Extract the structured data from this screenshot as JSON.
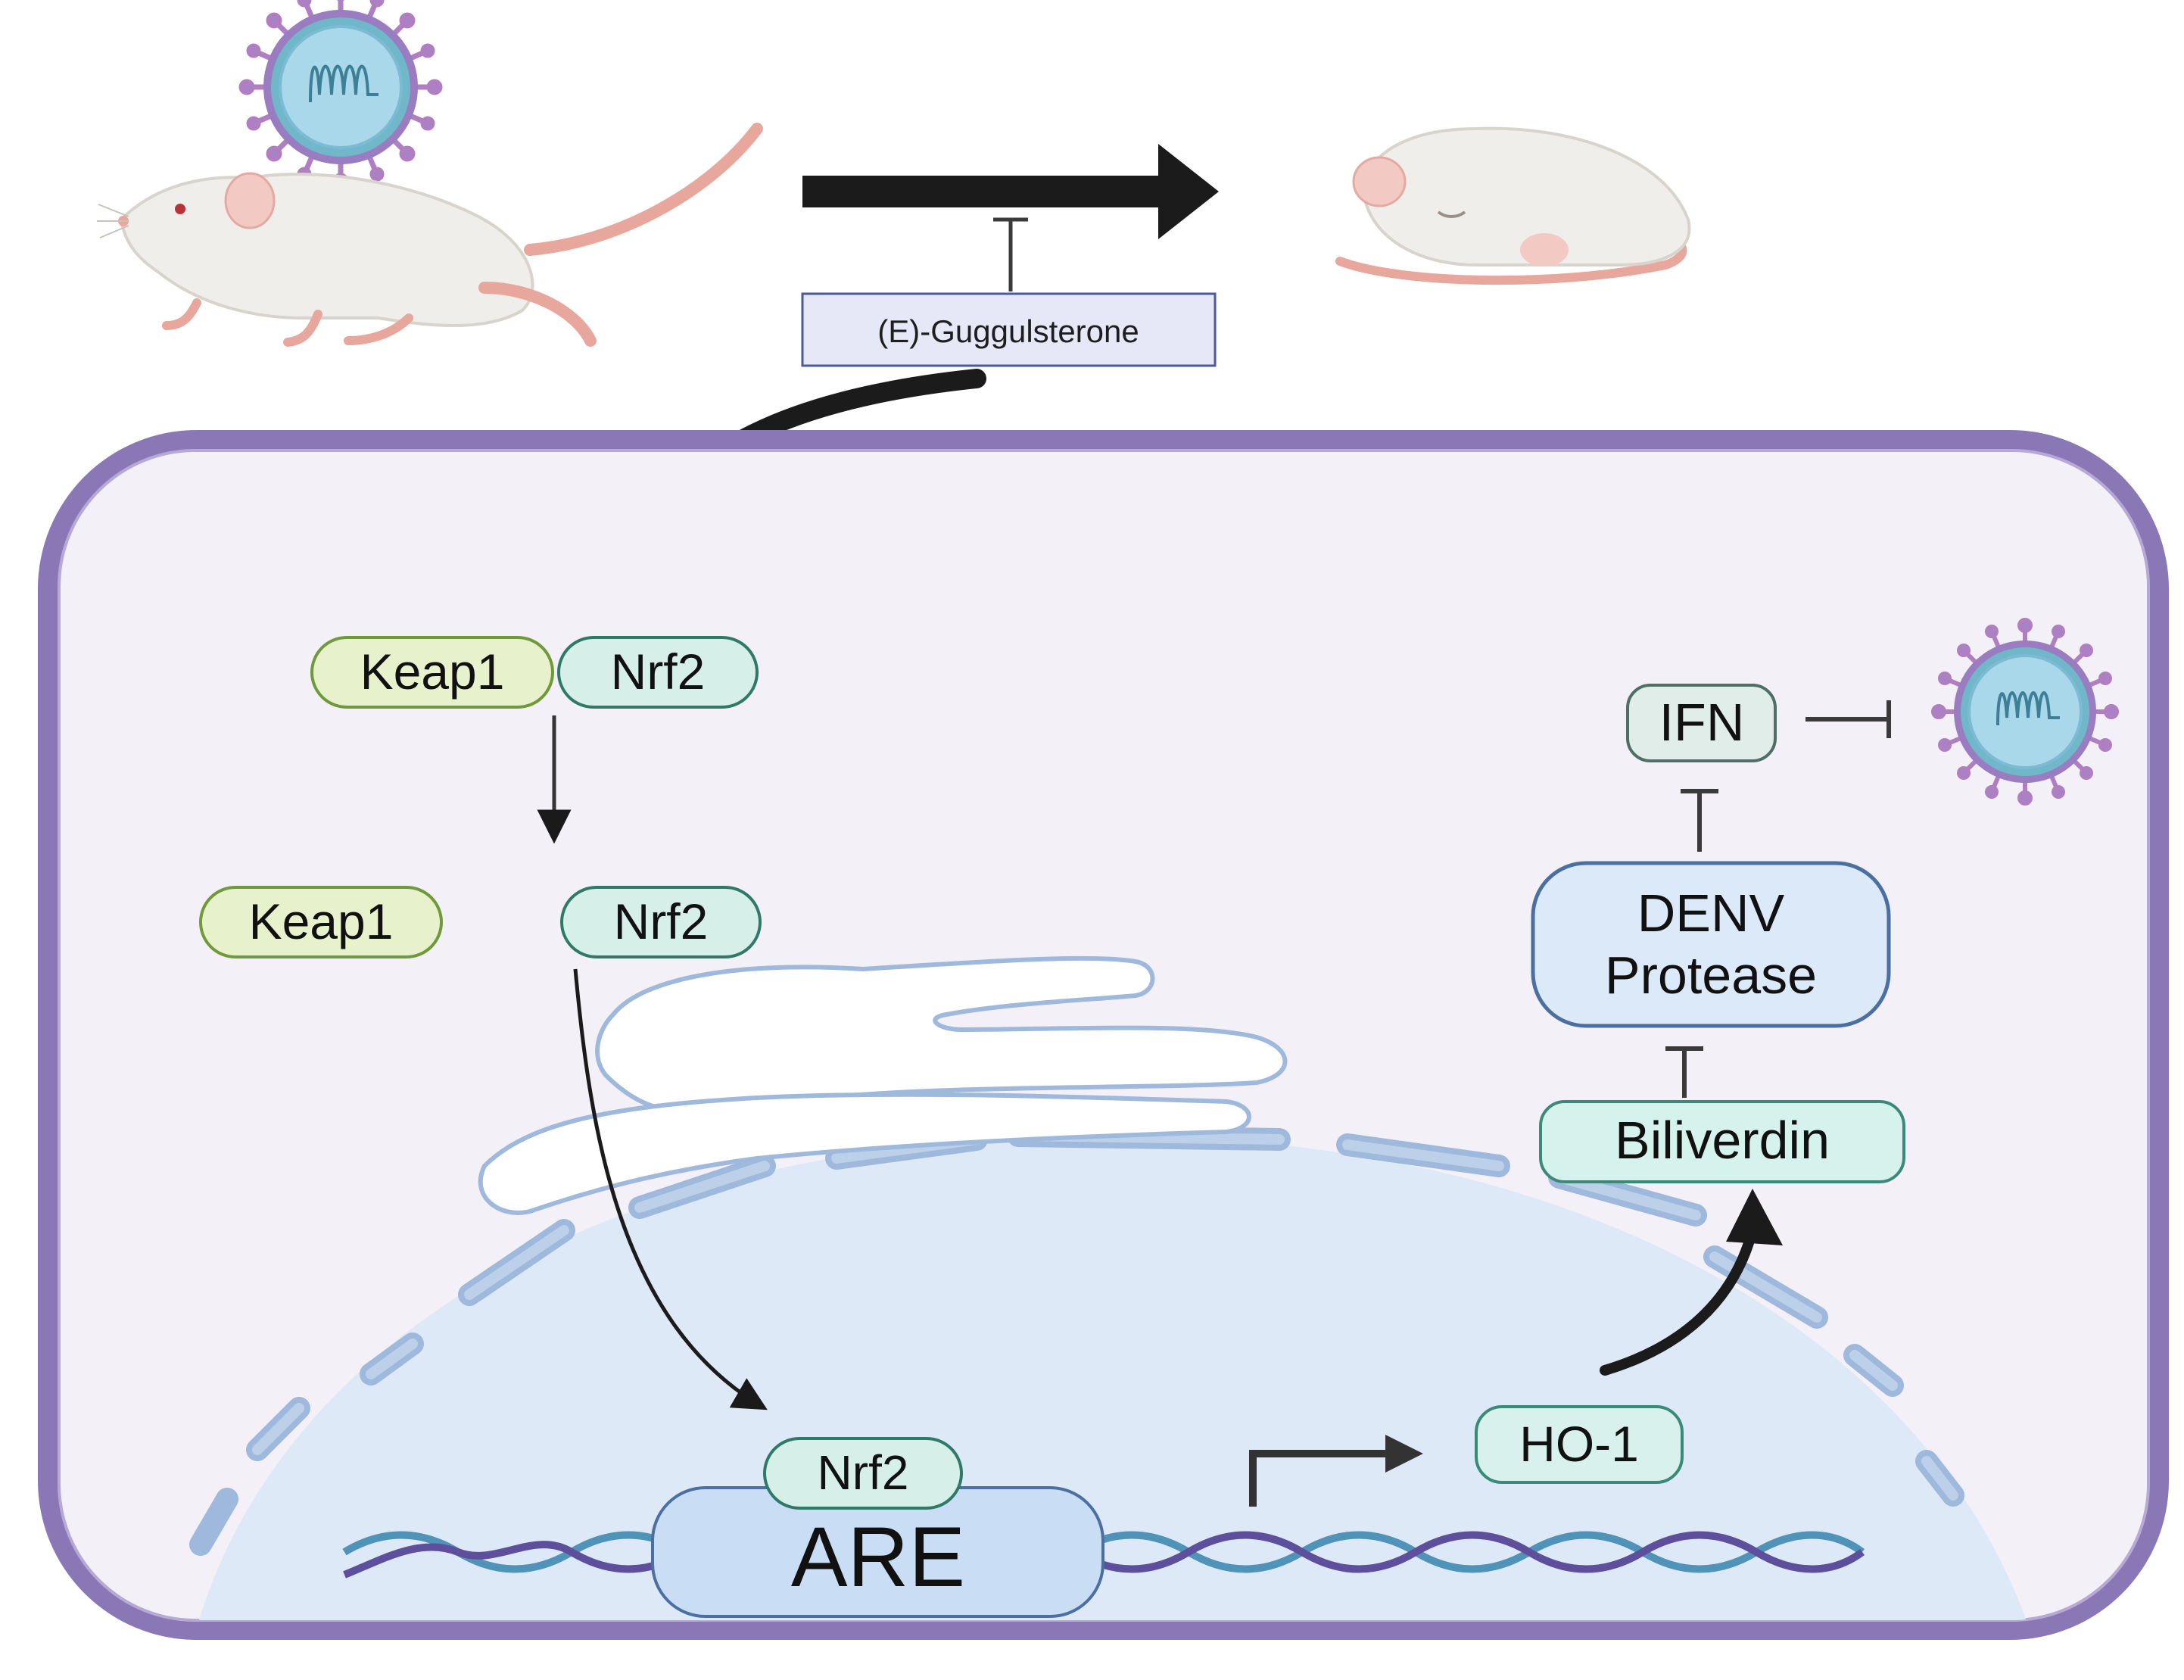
{
  "diagram": {
    "drug_label": "(E)-Guggulsterone",
    "complex": {
      "keap1": "Keap1",
      "nrf2": "Nrf2"
    },
    "released": {
      "keap1": "Keap1",
      "nrf2": "Nrf2"
    },
    "nuclear": {
      "nrf2": "Nrf2",
      "are": "ARE"
    },
    "ho1": "HO-1",
    "biliverdin": "Biliverdin",
    "protease": {
      "line1": "DENV",
      "line2": "Protease"
    },
    "ifn": "IFN"
  },
  "colors": {
    "cell_border": "#8a77b6",
    "cell_fill": "#f4f0f8",
    "nucleus_fill": "#dde9f6",
    "nuclear_envelope": "#9fb9dc",
    "keap1_fill": "#e7f2cc",
    "keap1_border": "#6e9a3a",
    "nrf2_fill": "#d6efe9",
    "nrf2_border": "#2f7a66",
    "protease_fill": "#dce9f8",
    "protease_border": "#4a6fa0",
    "biliverdin_fill": "#d6f2ec",
    "ifn_fill": "#e1ede8",
    "dna_strand_1": "#4f93b8",
    "dna_strand_2": "#5e4f9c",
    "are_fill": "#c9def5",
    "virus_core": "#a9d8ea",
    "virus_spikes": "#b07fc2",
    "mouse_body": "#f0eeea",
    "mouse_tail": "#e8a79c"
  }
}
